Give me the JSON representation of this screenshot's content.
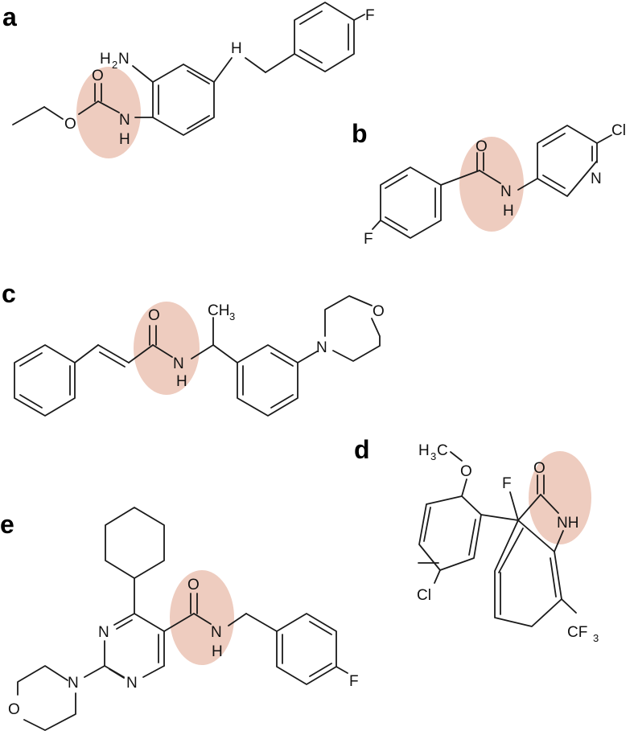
{
  "panels": {
    "a": {
      "label": "a",
      "atoms": {
        "nh2_n": "H",
        "nh2_2": "2",
        "nh2_N": "N",
        "benzylamine_h": "H",
        "fluoro": "F",
        "carbonyl_o": "O",
        "ester_o": "O",
        "amide_n": "N",
        "amide_h": "H"
      }
    },
    "b": {
      "label": "b",
      "atoms": {
        "chloro": "Cl",
        "pyridine_n": "N",
        "carbonyl_o": "O",
        "amide_n": "N",
        "amide_h": "H",
        "fluoro": "F"
      }
    },
    "c": {
      "label": "c",
      "atoms": {
        "methyl_c": "CH",
        "methyl_3": "3",
        "carbonyl_o": "O",
        "amide_n": "N",
        "amide_h": "H",
        "morpholine_n": "N",
        "morpholine_o": "O"
      }
    },
    "d": {
      "label": "d",
      "atoms": {
        "methoxy_h": "H",
        "methoxy_3": "3",
        "methoxy_c": "C",
        "methoxy_o": "O",
        "fluoro": "F",
        "carbonyl_o": "O",
        "lactam_nh": "NH",
        "chloro": "Cl",
        "cf3_cf": "CF",
        "cf3_3": "3"
      }
    },
    "e": {
      "label": "e",
      "atoms": {
        "carbonyl_o": "O",
        "amide_n": "N",
        "amide_h": "H",
        "pyrimidine_n1": "N",
        "pyrimidine_n3": "N",
        "morpholine_n": "N",
        "morpholine_o": "O",
        "fluoro": "F"
      }
    }
  },
  "highlight_color": "#ebc3b4"
}
